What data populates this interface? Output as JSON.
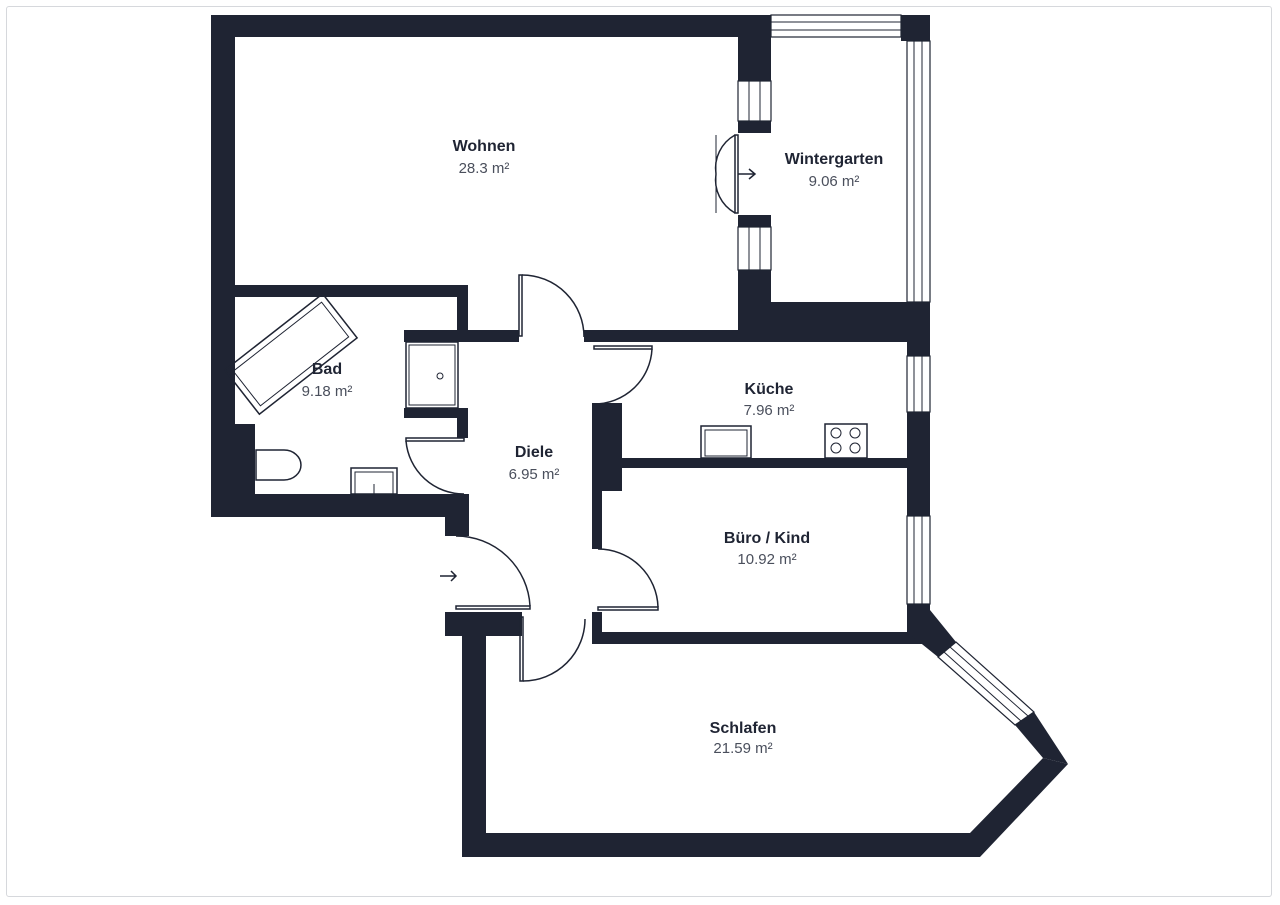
{
  "rooms": {
    "wohnen": {
      "name": "Wohnen",
      "area": "28.3 m²"
    },
    "wintergarten": {
      "name": "Wintergarten",
      "area": "9.06 m²"
    },
    "bad": {
      "name": "Bad",
      "area": "9.18 m²"
    },
    "kueche": {
      "name": "Küche",
      "area": "7.96 m²"
    },
    "diele": {
      "name": "Diele",
      "area": "6.95 m²"
    },
    "buero": {
      "name": "Büro / Kind",
      "area": "10.92 m²"
    },
    "schlafen": {
      "name": "Schlafen",
      "area": "21.59 m²"
    }
  },
  "colors": {
    "wall": "#1f2433",
    "text_name": "#1f2433",
    "text_area": "#4a4f5c"
  },
  "icons": [
    "entrance-arrow-icon",
    "door-swing-icon",
    "bathtub-icon",
    "toilet-icon",
    "sink-icon",
    "stove-icon"
  ]
}
